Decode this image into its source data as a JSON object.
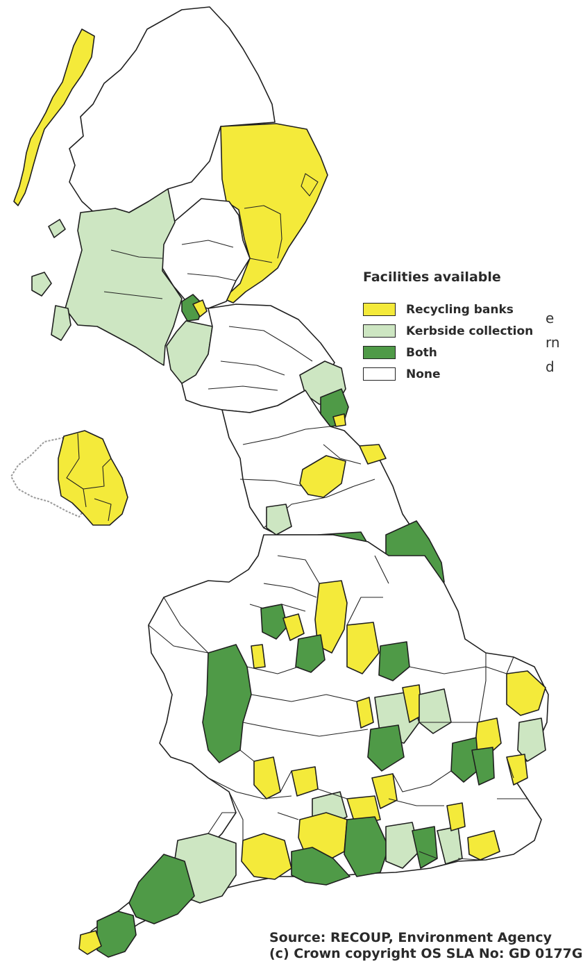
{
  "legend": {
    "title": "Facilities available",
    "items": [
      {
        "label": "Recycling banks",
        "color": "#f4ea3a"
      },
      {
        "label": "Kerbside collection",
        "color": "#cde6c2"
      },
      {
        "label": "Both",
        "color": "#4f9a47"
      },
      {
        "label": "None",
        "color": "#ffffff"
      }
    ]
  },
  "source": {
    "line1": "Source: RECOUP, Environment Agency",
    "line2": "(c) Crown copyright OS SLA No: GD 0177G"
  },
  "stray_text": {
    "line1": "e",
    "line2": "rn",
    "line3": "d"
  },
  "colors": {
    "outline": "#1f1f1f",
    "ni_border": "#9a9a9a"
  }
}
